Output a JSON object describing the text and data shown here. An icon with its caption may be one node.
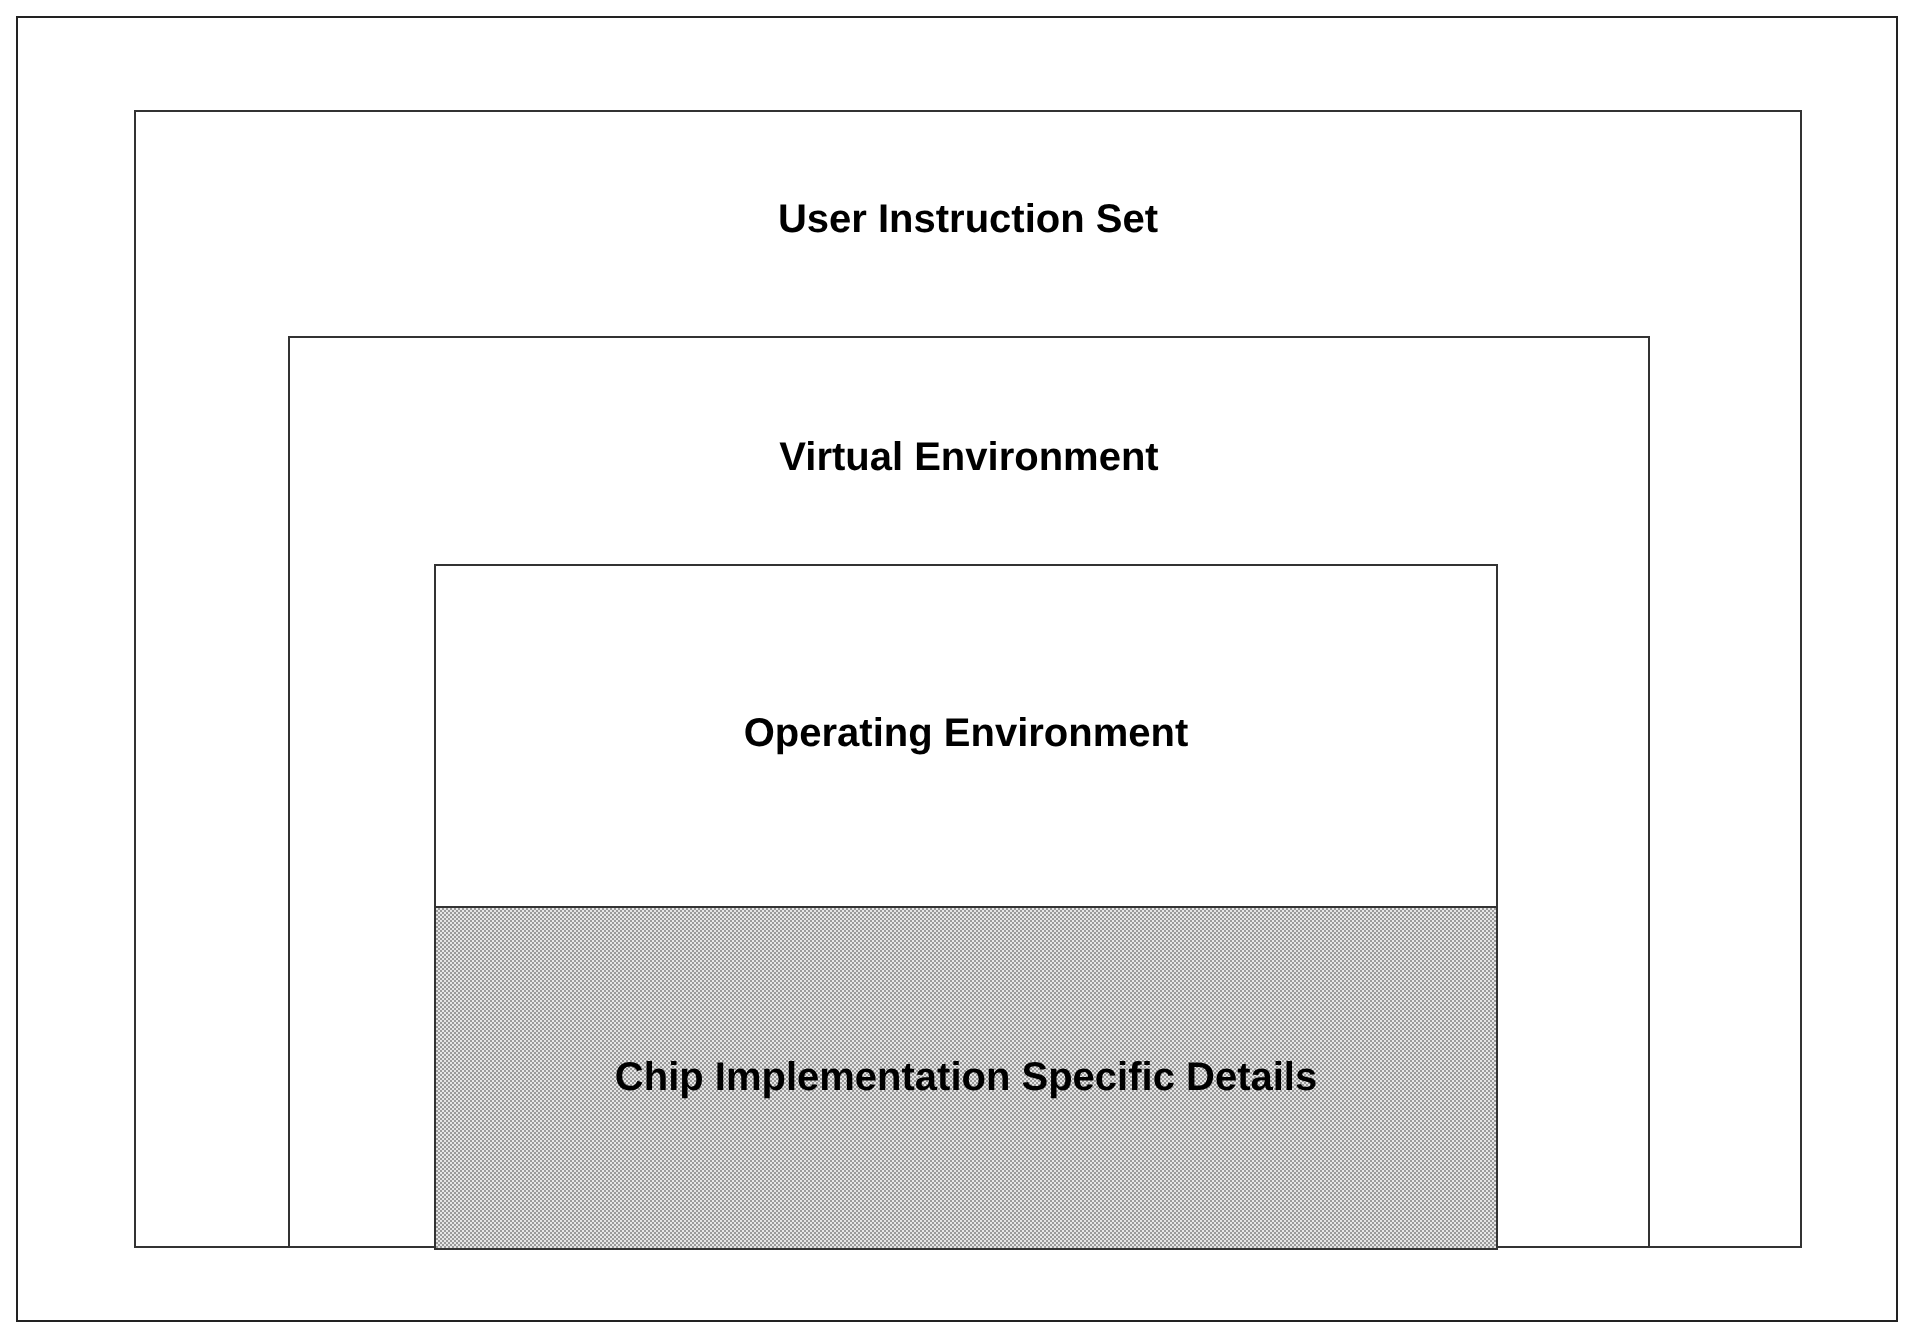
{
  "diagram": {
    "nodes": [
      {
        "text": [
          "User Instruction Set"
        ]
      },
      {
        "text": [
          "Virtual Environment"
        ],
        "in": 0
      },
      {
        "text": [
          "Operating Environment"
        ],
        "in": 1
      },
      {
        "text": [
          "Chip Implementation Specific Details"
        ],
        "in": 1
      }
    ]
  }
}
